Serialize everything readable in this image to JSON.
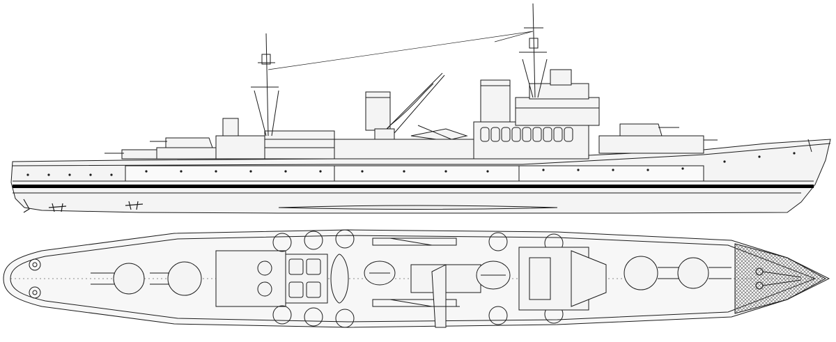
{
  "drawing": {
    "subject": "light-cruiser-line-drawing",
    "views": [
      {
        "view": "profile",
        "name": "side-elevation"
      },
      {
        "view": "plan",
        "name": "deck-plan"
      }
    ],
    "colors": {
      "background": "#ffffff",
      "line": "#1a1a1a",
      "waterline_band": "#000000",
      "hull_fill": "#f4f4f4",
      "hatch": "#555555"
    }
  }
}
